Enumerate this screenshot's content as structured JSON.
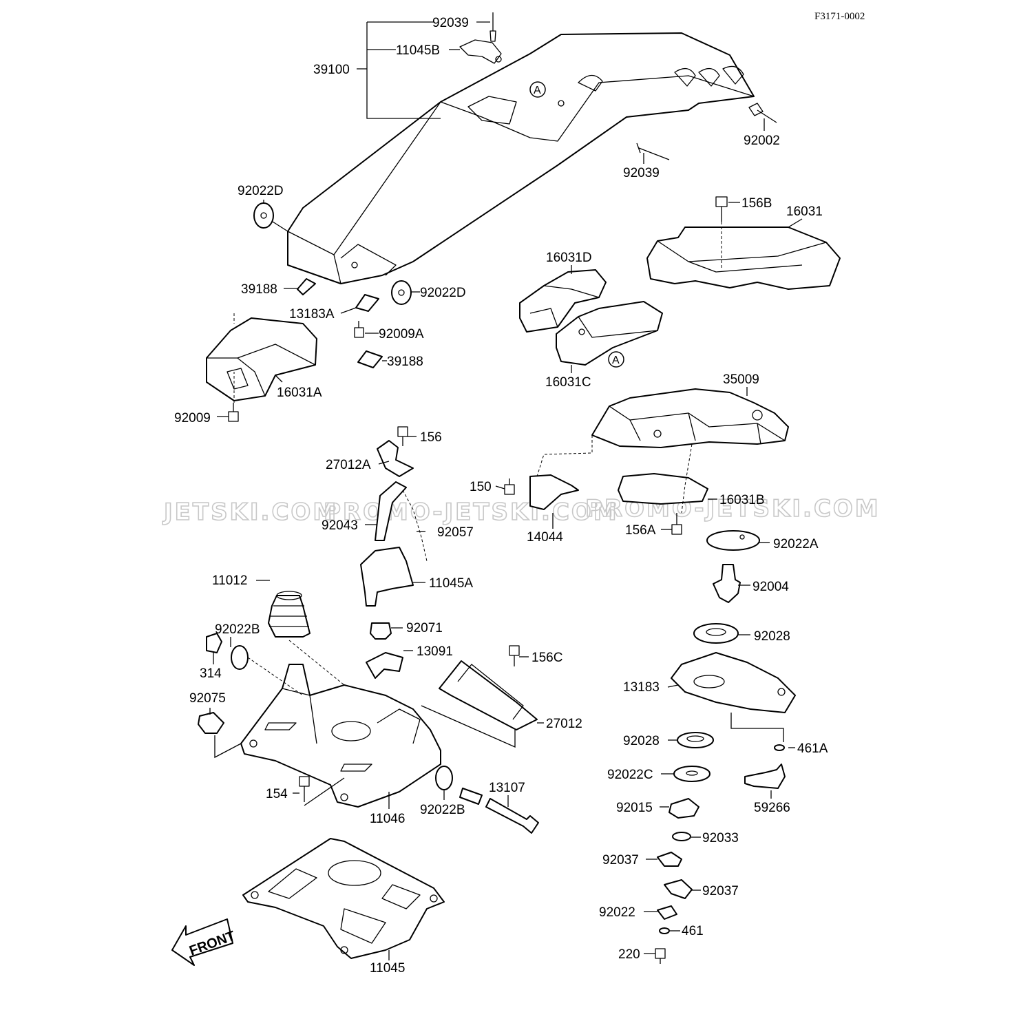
{
  "diagram_code": "F3171-0002",
  "watermarks": [
    "JETSKI.COM",
    "PROMO-JETSKI.COM",
    "PROMO-JETSKI.COM"
  ],
  "front_label": "FRONT",
  "callout_letter": "A",
  "parts": {
    "p92039_top": "92039",
    "p11045B": "11045B",
    "p39100": "39100",
    "p92002": "92002",
    "p92039_mid": "92039",
    "p92022D_left": "92022D",
    "p92022D_right": "92022D",
    "p39188_left": "39188",
    "p13183A": "13183A",
    "p92009A": "92009A",
    "p39188_mid": "39188",
    "p16031A": "16031A",
    "p92009": "92009",
    "p156B": "156B",
    "p16031": "16031",
    "p16031D": "16031D",
    "p16031C": "16031C",
    "p35009": "35009",
    "p156": "156",
    "p27012A": "27012A",
    "p150": "150",
    "p16031B": "16031B",
    "p14044": "14044",
    "p156A": "156A",
    "p92022A": "92022A",
    "p92043": "92043",
    "p92057": "92057",
    "p11045A": "11045A",
    "p92004": "92004",
    "p11012": "11012",
    "p92071": "92071",
    "p92022B_left": "92022B",
    "p13091": "13091",
    "p92028_top": "92028",
    "p156C": "156C",
    "p314": "314",
    "p13183": "13183",
    "p92075": "92075",
    "p27012": "27012",
    "p92028_mid": "92028",
    "p461A": "461A",
    "p92022C": "92022C",
    "p13107": "13107",
    "p154": "154",
    "p92015": "92015",
    "p59266": "59266",
    "p11046": "11046",
    "p92022B_bottom": "92022B",
    "p92033": "92033",
    "p92037_a": "92037",
    "p92037_b": "92037",
    "p92022": "92022",
    "p461": "461",
    "p220": "220",
    "p11045": "11045"
  }
}
